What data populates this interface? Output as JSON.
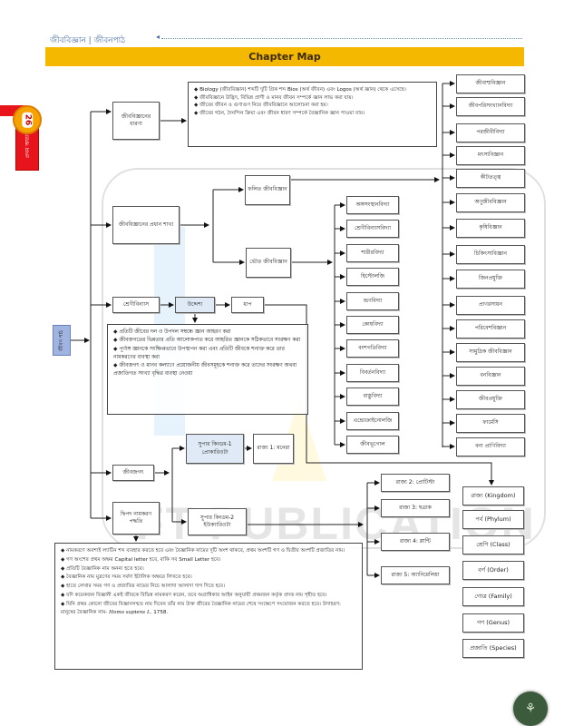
{
  "header": {
    "breadcrumb": "জীববিজ্ঞান | জীবনপাঠ",
    "banner_title": "Chapter Map"
  },
  "side_tab": {
    "page_number": "26",
    "chapter_label": "প্রথম অধ্যায়",
    "root_label": "জীবন পাঠ"
  },
  "colors": {
    "banner": "#f5b800",
    "tab_red": "#e8141b",
    "root_box": "#9fb4e0"
  },
  "concept": {
    "label": "জীববিজ্ঞানের ধারণা",
    "points": [
      "Biology (জীববিজ্ঞান) শব্দটি দুটি গ্রিক শব্দ Bios (অর্থ জীবন) এবং Logos (অর্থ জ্ঞান) থেকে এসেছে।",
      "জীববিজ্ঞানে উদ্ভিদ, বিভিন্ন প্রাণী ও মানব জীবন সম্পর্কে জ্ঞান লাভ করা যায়।",
      "জীবের জীবন ও গুণাগুণ নিয়ে জীববিজ্ঞানে আলোচনা করা হয়।",
      "জীবের গঠন, দৈনন্দিন ক্রিয়া এবং জীবন ধারণ সম্পর্কে বৈজ্ঞানিক জ্ঞান পাওয়া যায়।"
    ]
  },
  "branches": {
    "label": "জীববিজ্ঞানের প্রধান শাখা",
    "applied": "ফলিত জীববিজ্ঞান",
    "pure": "ভৌত জীববিজ্ঞান",
    "applied_items": [
      "জীবাশ্মবিজ্ঞান",
      "জীবপরিসংখ্যানবিদ্যা",
      "পরজীবীবিদ্যা",
      "মৎস্যবিজ্ঞান",
      "কীটতত্ত্ব",
      "অণুজীববিজ্ঞান",
      "কৃষিবিজ্ঞান",
      "চিকিৎসাবিজ্ঞান",
      "জিনপ্রযুক্তি",
      "প্রাণরসায়ন",
      "পরিবেশবিজ্ঞান",
      "সামুদ্রিক জীববিজ্ঞান",
      "বনবিজ্ঞান",
      "জীবপ্রযুক্তি",
      "ফার্মেসি",
      "বন্য প্রাণিবিদ্যা"
    ],
    "pure_items": [
      "অঙ্গসংস্থানবিদ্যা",
      "শ্রেণীবিন্যাসবিদ্যা",
      "শারীরবিদ্যা",
      "হিস্টোলজি",
      "ভ্রূণবিদ্যা",
      "কোষবিদ্যা",
      "বংশগতিবিদ্যা",
      "বিবর্তনবিদ্যা",
      "বাস্তুবিদ্যা",
      "এন্ডোক্রাইনোলজি",
      "জীবভূগোল"
    ]
  },
  "classification": {
    "label": "শ্রেণীবিন্যাস",
    "purpose": "উদ্দেশ্য",
    "steps": "ধাপ",
    "objectives": [
      "প্রতিটি জীবের দল ও উপদল সম্বন্ধে জ্ঞান আহরণ করা",
      "জীবজগতের ভিন্নতার প্রতি আলোকপাত করে আহরিত জ্ঞানকে সঠিকভাবে সংরক্ষণ করা",
      "পূর্ণাঙ্গ জ্ঞানকে সংক্ষিপ্তভাবে উপস্থাপন করা এবং প্রতিটি জীবকে শনাক্ত করে তার নামকরণের ব্যবস্থা করা",
      "জীবজগৎ ও মানব কল্যাণে প্রয়োজনীয় জীবসমূহকে শনাক্ত করে তাদের সংরক্ষণ অথবা প্রজাতিগত সংখ্যা বৃদ্ধির ব্যবস্থা নেওয়া"
    ],
    "ranks": [
      "রাজ্য (Kingdom)",
      "পর্ব (Phylum)",
      "শ্রেণি (Class)",
      "বর্গ (Order)",
      "গোত্র (Family)",
      "গণ (Genus)",
      "প্রজাতি (Species)"
    ]
  },
  "living_world": {
    "label": "জীবজগৎ",
    "super1": "সুপার কিংডম-1 প্রোকারিওটা",
    "kingdom1": "রাজ্য 1: মনেরা",
    "super2": "সুপার কিংডম-2 ইউক্যারিওটা",
    "kingdoms": [
      "রাজ্য 2: প্রোটিস্টা",
      "রাজ্য 3: ছত্রাক",
      "রাজ্য 4: প্লান্টি",
      "রাজ্য 5: অ্যানিমেলিয়া"
    ]
  },
  "nomenclature": {
    "label": "দ্বিপদ নামকরণ পদ্ধতি",
    "rules": [
      "নামকরণে অবশ্যই ল্যাটিন শব্দ ব্যবহার করতে হবে এবং বৈজ্ঞানিক নামের দুটি অংশ থাকবে, প্রথম অংশটি গণ ও দ্বিতীয় অংশটি প্রজাতির নাম।",
      "গণ অংশের প্রথম অক্ষর Capital letter হবে, বাকি সব Small Letter হবে।",
      "প্রতিটি বৈজ্ঞানিক নাম অনন্য হতে হবে।",
      "বৈজ্ঞানিক নাম মুদ্রণের সময় সর্বদা ইটালিক অক্ষরে লিখতে হবে।",
      "হাতে লেখার সময় গণ ও প্রজাতির নামের নিচে আলাদা আলাদা দাগ দিতে হবে।",
      "যদি কয়েকজন বিজ্ঞানী একই জীবকে বিভিন্ন নামকরণ করেন, তবে অগ্রাধিকার আইন অনুযায়ী প্রথমজন কর্তৃক প্রদত্ত নাম গৃহীত হবে।",
      "যিনি প্রথম কোনো জীবের বিজ্ঞানসম্মত নাম দিবেন তাঁর নাম উক্ত জীবের বৈজ্ঞানিক নামের শেষে সংক্ষেপে সংযোজন করতে হবে। উদাহরণ: মানুষের বৈজ্ঞানিক নাম-"
    ],
    "example_italic": "Homo sapiens L.",
    "example_year": "1758."
  },
  "watermark": "FT PUBLICATION"
}
